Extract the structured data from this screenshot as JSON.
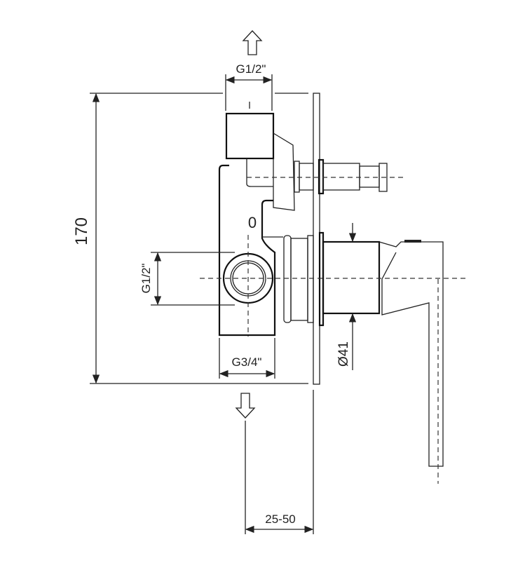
{
  "drawing": {
    "dimensions": {
      "top_inlet": "G1/2\"",
      "height": "170",
      "side_inlet": "G1/2\"",
      "bottom_outlet": "G3/4\"",
      "handle_diameter": "Ø41",
      "wall_depth": "25-50",
      "position_mark": "0"
    },
    "icons": [
      "flow-up-arrow-icon",
      "flow-down-arrow-icon"
    ],
    "colors": {
      "line": "#222222",
      "background": "#ffffff"
    }
  }
}
